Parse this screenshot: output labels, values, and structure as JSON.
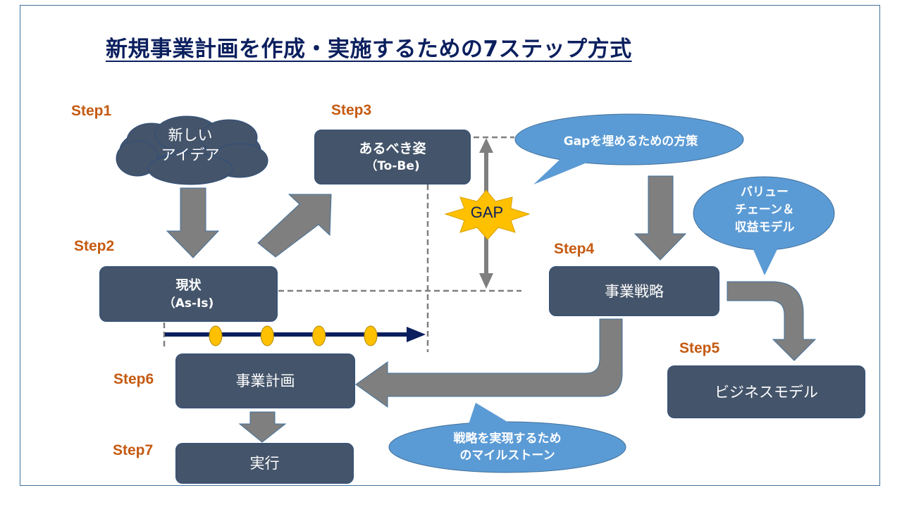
{
  "title": "新規事業計画を作成・実施するための7ステップ方式",
  "steps": [
    {
      "label": "Step1",
      "node": {
        "line1": "新しい",
        "line2": "アイデア",
        "shape": "cloud"
      }
    },
    {
      "label": "Step2",
      "node": {
        "line1": "現状",
        "line2": "（As-Is)",
        "shape": "rounded-box"
      }
    },
    {
      "label": "Step3",
      "node": {
        "line1": "あるべき姿",
        "line2": "（To-Be)",
        "shape": "rounded-box"
      }
    },
    {
      "label": "Step4",
      "node": {
        "line1": "事業戦略",
        "shape": "rounded-box"
      }
    },
    {
      "label": "Step5",
      "node": {
        "line1": "ビジネスモデル",
        "shape": "rounded-box"
      }
    },
    {
      "label": "Step6",
      "node": {
        "line1": "事業計画",
        "shape": "rounded-box"
      }
    },
    {
      "label": "Step7",
      "node": {
        "line1": "実行",
        "shape": "rounded-box"
      }
    }
  ],
  "gap_badge": "GAP",
  "callouts": {
    "gap_measures": "Gapを埋めるための方策",
    "value_chain": {
      "line1": "バリュー",
      "line2": "チェーン＆",
      "line3": "収益モデル"
    },
    "milestones": {
      "line1": "戦略を実現するため",
      "line2": "のマイルストーン"
    }
  },
  "timeline": {
    "milestone_count": 4
  },
  "colors": {
    "box_fill": "#44546a",
    "step_label": "#c55a11",
    "title": "#0b1f5e",
    "arrow": "#7f7f7f",
    "callout": "#5b9bd5",
    "gap_star": "#ffc000",
    "timeline": "#0b1f5e",
    "milestone": "#ffc000"
  }
}
